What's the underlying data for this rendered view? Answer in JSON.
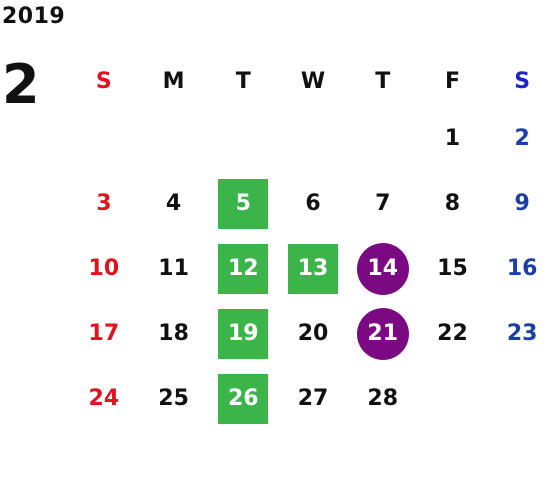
{
  "year": "2019",
  "month": "2",
  "weekdays": [
    "S",
    "M",
    "T",
    "W",
    "T",
    "F",
    "S"
  ],
  "weeks": [
    [
      "",
      "",
      "",
      "",
      "",
      "1",
      "2"
    ],
    [
      "3",
      "4",
      "5",
      "6",
      "7",
      "8",
      "9"
    ],
    [
      "10",
      "11",
      "12",
      "13",
      "14",
      "15",
      "16"
    ],
    [
      "17",
      "18",
      "19",
      "20",
      "21",
      "22",
      "23"
    ],
    [
      "24",
      "25",
      "26",
      "27",
      "28",
      "",
      ""
    ]
  ],
  "highlights": {
    "green": [
      "5",
      "12",
      "13",
      "19",
      "26"
    ],
    "purple": [
      "14",
      "21"
    ]
  },
  "colors": {
    "sunday": "#e0141e",
    "saturday": "#1a3fa5",
    "green_mark": "#3bb54a",
    "purple_mark": "#7b0a82"
  }
}
